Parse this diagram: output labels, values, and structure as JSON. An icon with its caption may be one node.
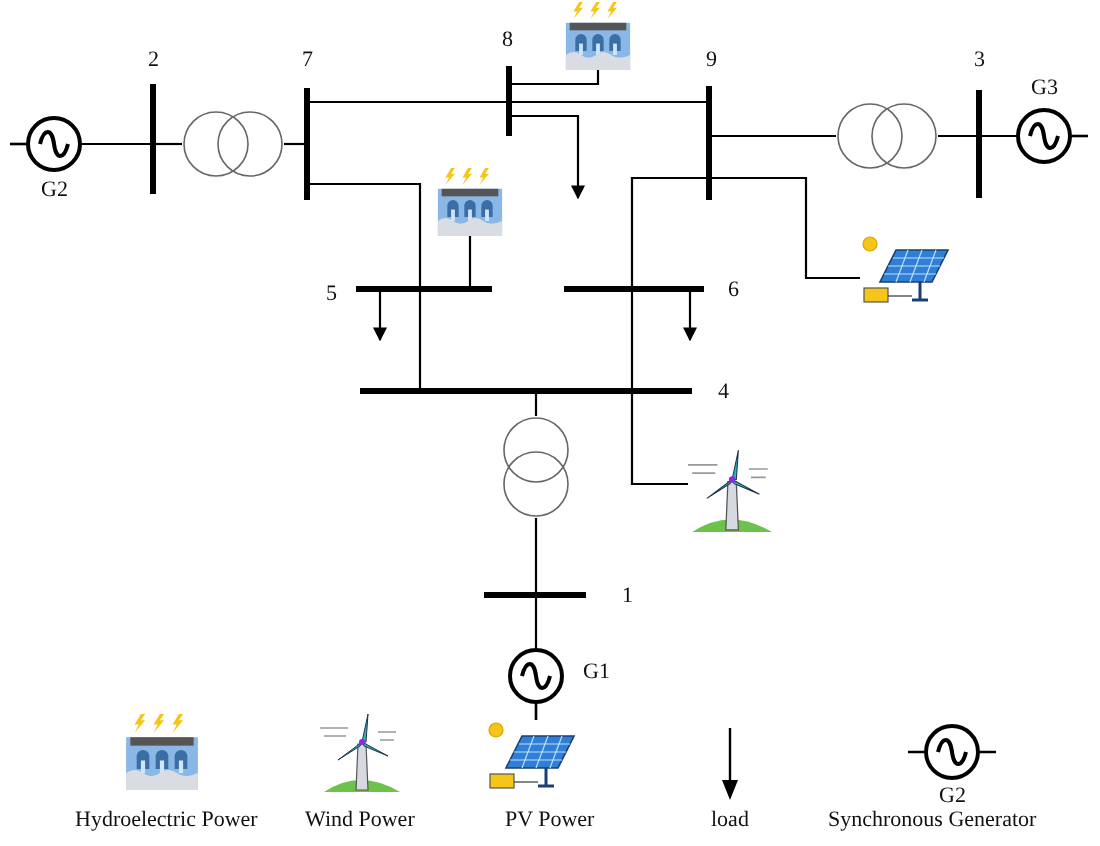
{
  "diagram": {
    "nodes": [
      {
        "text": [
          "G2"
        ]
      },
      {
        "text": [
          "2"
        ]
      },
      {
        "text": [],
        "shape": "transformer"
      },
      {
        "text": [
          "7"
        ]
      },
      {
        "text": [
          "8"
        ]
      },
      {
        "text": [],
        "shape": "picture"
      },
      {
        "text": [
          "9"
        ]
      },
      {
        "text": [],
        "shape": "transformer"
      },
      {
        "text": [
          "3"
        ]
      },
      {
        "text": [
          "G3"
        ]
      },
      {
        "text": [],
        "shape": "picture"
      },
      {
        "text": [
          "5"
        ]
      },
      {
        "text": [
          "6"
        ]
      },
      {
        "text": [],
        "shape": "picture"
      },
      {
        "text": [
          "4"
        ]
      },
      {
        "text": [],
        "shape": "picture"
      },
      {
        "text": [],
        "shape": "transformer"
      },
      {
        "text": [
          "1"
        ]
      },
      {
        "text": [
          "G1"
        ]
      }
    ],
    "edges": [
      {
        "from": 0,
        "to": 1,
        "arrow": "none"
      },
      {
        "from": 1,
        "to": 2,
        "arrow": "none"
      },
      {
        "from": 2,
        "to": 3,
        "arrow": "none"
      },
      {
        "from": 3,
        "to": 4,
        "arrow": "none"
      },
      {
        "from": 5,
        "to": 4,
        "arrow": "none"
      },
      {
        "from": 4,
        "to": null,
        "arrow": "to"
      },
      {
        "from": 4,
        "to": 6,
        "arrow": "none"
      },
      {
        "from": 6,
        "to": 7,
        "arrow": "none"
      },
      {
        "from": 7,
        "to": 8,
        "arrow": "none"
      },
      {
        "from": 8,
        "to": 9,
        "arrow": "none"
      },
      {
        "from": 3,
        "to": 11,
        "arrow": "none"
      },
      {
        "from": 10,
        "to": 11,
        "arrow": "none"
      },
      {
        "from": 11,
        "to": null,
        "arrow": "to"
      },
      {
        "from": 11,
        "to": 14,
        "arrow": "none"
      },
      {
        "from": 6,
        "to": 12,
        "arrow": "none"
      },
      {
        "from": 6,
        "to": 13,
        "arrow": "none"
      },
      {
        "from": 12,
        "to": null,
        "arrow": "to"
      },
      {
        "from": 12,
        "to": 14,
        "arrow": "none"
      },
      {
        "from": 14,
        "to": 15,
        "arrow": "none"
      },
      {
        "from": 14,
        "to": 16,
        "arrow": "none"
      },
      {
        "from": 16,
        "to": 17,
        "arrow": "none"
      },
      {
        "from": 17,
        "to": 18,
        "arrow": "none"
      }
    ],
    "labels": [
      "G2"
    ],
    "legend": [
      {
        "text": "Hydroelectric Power"
      },
      {
        "text": "Wind Power"
      },
      {
        "text": "PV Power"
      },
      {
        "text": "load"
      },
      {
        "text": "Synchronous Generator"
      }
    ]
  }
}
